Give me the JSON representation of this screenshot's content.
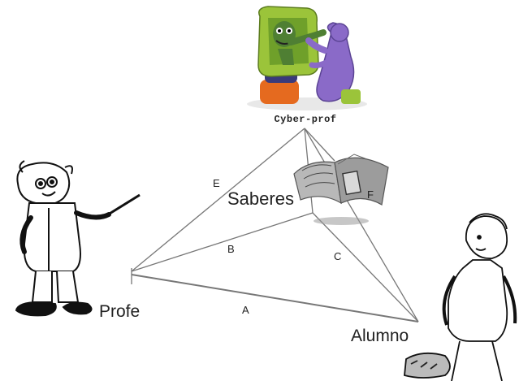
{
  "nodes": {
    "cyber_prof": "Cyber-prof",
    "saberes": "Saberes",
    "profe": "Profe",
    "alumno": "Alumno"
  },
  "edges": {
    "a": "A",
    "b": "B",
    "c": "C",
    "e": "E",
    "f": "F"
  },
  "colors": {
    "lines": "#777777",
    "monitor": "#9bc43a",
    "robot": "#4f7f33",
    "person": "#8a6ac8",
    "base": "#e56a1f"
  }
}
